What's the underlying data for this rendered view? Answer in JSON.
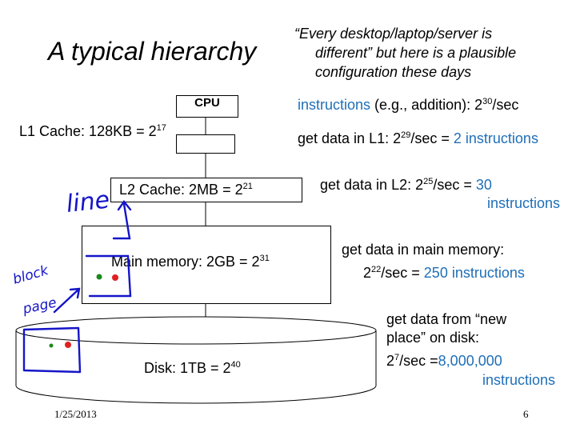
{
  "title": "A typical hierarchy",
  "quote": {
    "line1": "“Every desktop/laptop/server is",
    "line2": "different” but here is a plausible",
    "line3": "configuration these days"
  },
  "hierarchy": {
    "cpu": "CPU",
    "l1": {
      "label": "L1 Cache: 128KB = 2",
      "exp": "17"
    },
    "l2": {
      "label": "L2 Cache: 2MB = 2",
      "exp": "21"
    },
    "main": {
      "label": "Main memory: 2GB = 2",
      "exp": "31"
    },
    "disk": {
      "label": "Disk: 1TB = 2",
      "exp": "40"
    }
  },
  "rates": {
    "instructions": {
      "blue": "instructions",
      "rest": " (e.g., addition): 2",
      "exp": "30",
      "unit": "/sec"
    },
    "l1": {
      "pre": "get data in L1: 2",
      "exp": "29",
      "mid": "/sec = ",
      "blue": "2 instructions"
    },
    "l2": {
      "pre": "get data in L2: 2",
      "exp": "25",
      "mid": "/sec = ",
      "blue1": "30",
      "blue2": "instructions"
    },
    "main": {
      "line1": "get data in main memory:",
      "pre": "2",
      "exp": "22",
      "mid": "/sec = ",
      "blue": "250 instructions"
    },
    "disk": {
      "line1": "get data from “new",
      "line2": "place” on disk:",
      "pre": "2",
      "exp": "7",
      "mid": "/sec =",
      "blue1": "8,000,000",
      "blue2": "instructions"
    }
  },
  "annotations": {
    "line": "line",
    "block": "block",
    "page": "page"
  },
  "footer": {
    "date": "1/25/2013",
    "page": "6"
  },
  "colors": {
    "accent_blue": "#1f6fb8",
    "ink_blue": "#1515c8",
    "dot_green": "#1a8a1a",
    "dot_red": "#e02020"
  }
}
